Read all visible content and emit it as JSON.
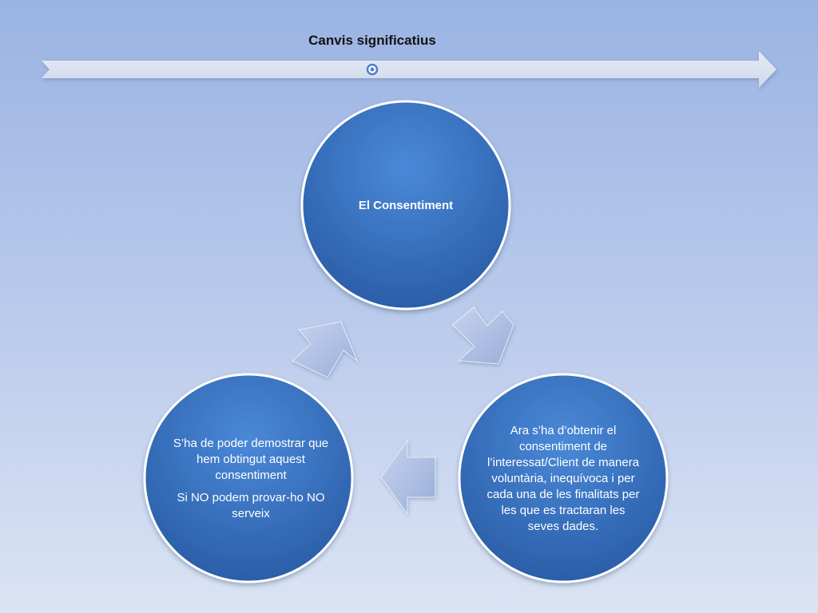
{
  "timeline": {
    "title": "Canvis significatius"
  },
  "cycle": {
    "nodes": [
      {
        "paragraphs": [
          "El Consentiment"
        ]
      },
      {
        "paragraphs": [
          "Ara s’ha d’obtenir el consentiment de l’interessat/Client de manera voluntària, inequívoca i per cada una de les finalitats per les que es tractaran les seves dades."
        ]
      },
      {
        "paragraphs": [
          "S’ha de poder demostrar que hem obtingut aquest consentiment",
          "Si NO podem provar-ho NO serveix"
        ]
      }
    ]
  },
  "colors": {
    "background_top": "#9ab3e3",
    "background_bottom": "#dbe4f4",
    "circle_fill": "#3a74c2",
    "circle_border": "#ffffff",
    "arrow_fill": "#a9bde3",
    "timeline_bar": "#dbe2f0",
    "timeline_dot": "#4f7fc6"
  },
  "icons": {
    "connector": "curved-arrow-icon",
    "timeline_marker": "timeline-dot-icon"
  }
}
